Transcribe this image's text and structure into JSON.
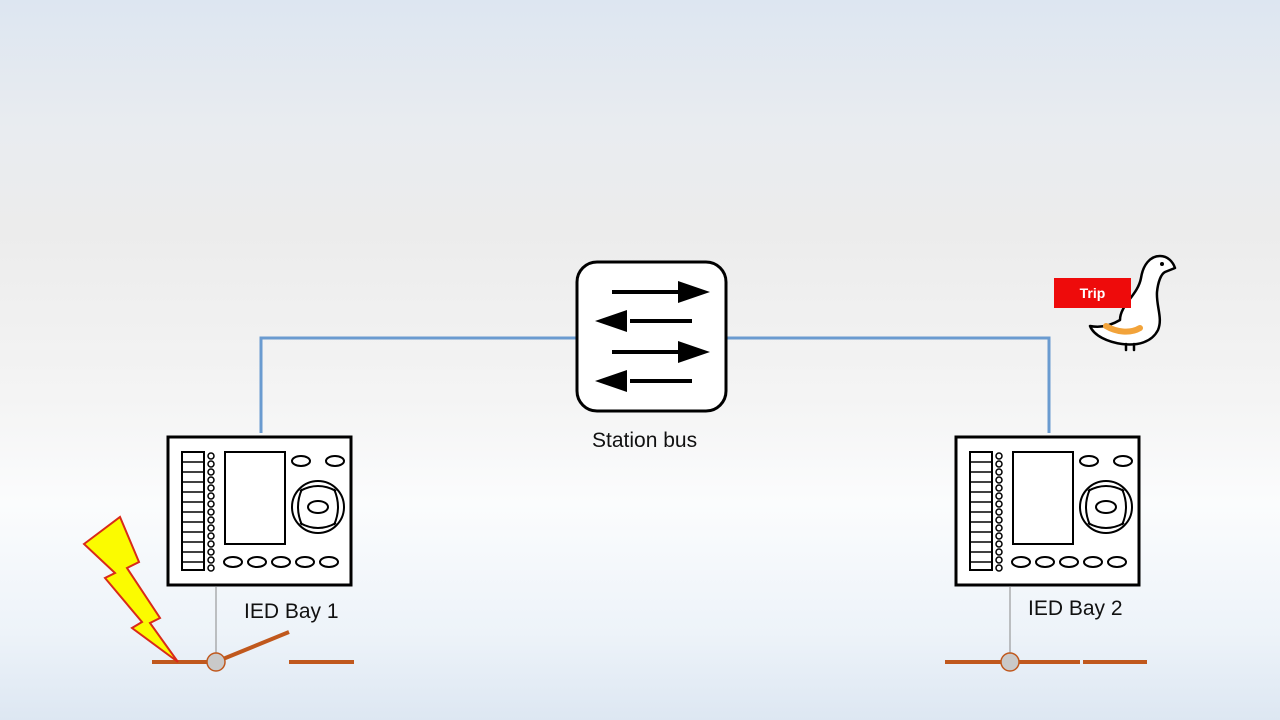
{
  "labels": {
    "station_bus": "Station bus",
    "ied_bay_1": "IED Bay 1",
    "ied_bay_2": "IED Bay 2",
    "trip": "Trip"
  },
  "colors": {
    "bus_line": "#6a9bd0",
    "busbar": "#c0581d",
    "lightning_fill": "#fbfb00",
    "lightning_stroke": "#d92a1a",
    "trip_badge": "#ee0b0b",
    "goose_accent": "#f2a33a",
    "breaker_node": "#c9c9c9"
  },
  "icons": {
    "switch": "network-switch-icon",
    "ied": "ied-relay-icon",
    "fault": "lightning-fault-icon",
    "goose": "goose-icon"
  }
}
